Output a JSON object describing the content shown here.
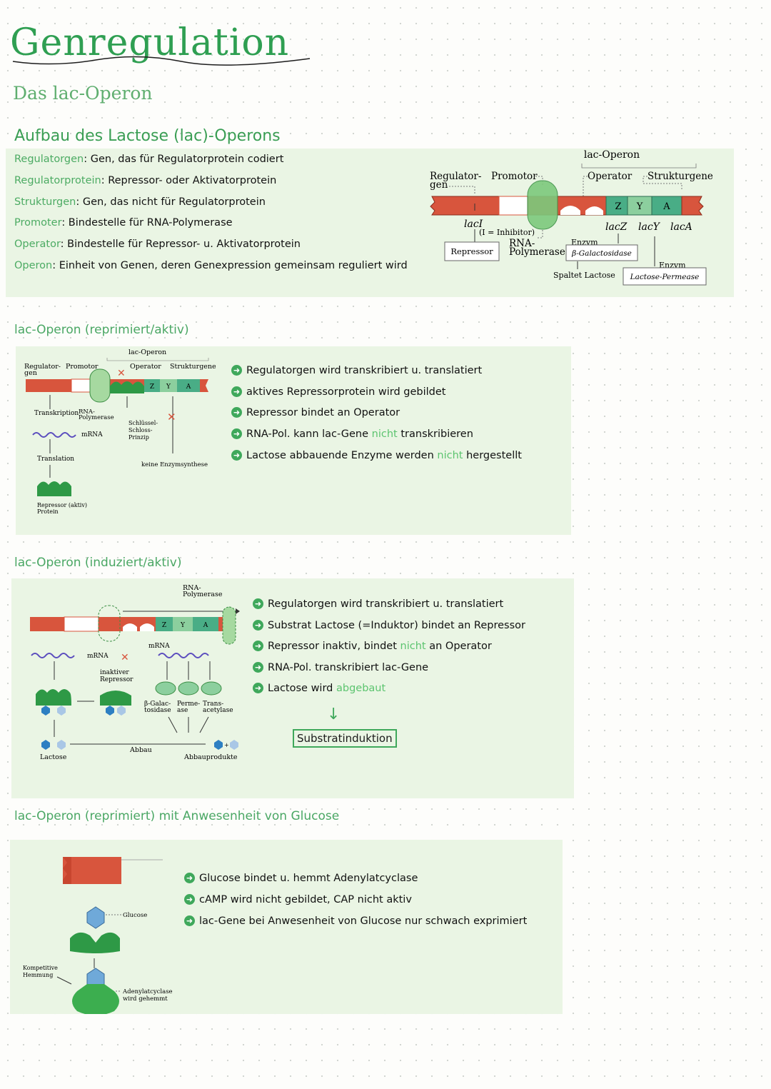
{
  "title": "Genregulation",
  "subtitle": "Das lac-Operon",
  "section1": {
    "heading": "Aufbau des Lactose (lac)-Operons",
    "definitions": [
      {
        "term": "Regulatorgen",
        "text": ": Gen, das für Regulatorprotein codiert"
      },
      {
        "term": "Regulatorprotein",
        "text": ": Repressor- oder Aktivatorprotein"
      },
      {
        "term": "Strukturgen",
        "text": ": Gen, das nicht für Regulatorprotein"
      },
      {
        "term": "Promoter",
        "text": ": Bindestelle für RNA-Polymerase"
      },
      {
        "term": "Operator",
        "text": ": Bindestelle für Repressor- u. Aktivatorprotein"
      },
      {
        "term": "Operon",
        "text": ": Einheit von Genen, deren Genexpression gemeinsam reguliert wird"
      }
    ],
    "diagram": {
      "lac_operon": "lac-Operon",
      "regulator": "Regulator-",
      "regulator2": "gen",
      "promotor": "Promotor",
      "operator": "Operator",
      "strukturgene": "Strukturgene",
      "z": "Z",
      "y": "Y",
      "a": "A",
      "laci": "lacI",
      "inhibitor": "(I = Inhibitor)",
      "repressor": "Repressor",
      "rna": "RNA-",
      "polymerase": "Polymerase",
      "lacz": "lacZ",
      "lacy": "lacY",
      "laca": "lacA",
      "enzym1": "Enzym",
      "galactosidase": "β-Galactosidase",
      "spaltet": "Spaltet Lactose",
      "enzym2": "Enzym",
      "permease": "Lactose-Permease"
    }
  },
  "section2": {
    "heading": "lac-Operon (reprimiert/aktiv)",
    "diagram": {
      "lac_operon": "lac-Operon",
      "regulator": "Regulator-",
      "regulator2": "gen",
      "promotor": "Promotor",
      "operator": "Operator",
      "strukturgene": "Strukturgene",
      "z": "Z",
      "y": "Y",
      "a": "A",
      "transkription": "Transkription",
      "rna": "RNA-",
      "polymerase": "Polymerase",
      "mrna": "mRNA",
      "schluessel1": "Schlüssel-",
      "schluessel2": "Schloss-",
      "schluessel3": "Prinzip",
      "translation": "Translation",
      "keine": "keine Enzymsynthese",
      "repressor": "Repressor (aktiv)",
      "protein": "Protein"
    },
    "bullets": [
      {
        "a": "Regulatorgen wird transkribiert u. translatiert",
        "g": "",
        "b": ""
      },
      {
        "a": "aktives Repressorprotein wird gebildet",
        "g": "",
        "b": ""
      },
      {
        "a": "Repressor bindet an Operator",
        "g": "",
        "b": ""
      },
      {
        "a": "RNA-Pol. kann lac-Gene ",
        "g": "nicht",
        "b": " transkribieren"
      },
      {
        "a": "Lactose abbauende Enzyme werden ",
        "g": "nicht",
        "b": " hergestellt"
      }
    ]
  },
  "section3": {
    "heading": "lac-Operon (induziert/aktiv)",
    "diagram": {
      "rna": "RNA-",
      "polymerase": "Polymerase",
      "z": "Z",
      "y": "Y",
      "a": "A",
      "mrna1": "mRNA",
      "mrna2": "mRNA",
      "inaktiver": "inaktiver",
      "repressor": "Repressor",
      "galac1": "β-Galac-",
      "galac2": "tosidase",
      "perme1": "Perme-",
      "perme2": "ase",
      "trans1": "Trans-",
      "trans2": "acetylase",
      "lactose": "Lactose",
      "abbau": "Abbau",
      "abbauprodukte": "Abbauprodukte"
    },
    "bullets": [
      {
        "a": "Regulatorgen wird transkribiert u. translatiert",
        "g": "",
        "b": ""
      },
      {
        "a": "Substrat Lactose (=Induktor) bindet an Repressor",
        "g": "",
        "b": ""
      },
      {
        "a": "Repressor inaktiv, bindet ",
        "g": "nicht",
        "b": " an Operator"
      },
      {
        "a": "RNA-Pol. transkribiert lac-Gene",
        "g": "",
        "b": ""
      },
      {
        "a": "Lactose wird ",
        "g": "abgebaut",
        "b": ""
      }
    ],
    "result": "Substratinduktion"
  },
  "section4": {
    "heading": "lac-Operon (reprimiert) mit Anwesenheit von Glucose",
    "diagram": {
      "glucose": "Glucose",
      "kompetitive1": "Kompetitive",
      "kompetitive2": "Hemmung",
      "adenylat1": "Adenylatcyclase",
      "adenylat2": "wird gehemmt"
    },
    "bullets": [
      {
        "a": "Glucose bindet u. hemmt Adenylatcyclase"
      },
      {
        "a": "cAMP wird nicht gebildet, CAP nicht aktiv"
      },
      {
        "a": "lac-Gene bei Anwesenheit von Glucose nur schwach exprimiert"
      }
    ]
  },
  "colors": {
    "green": "#3fa85b",
    "light_green": "#eaf5e4",
    "gene_red": "#d8553d",
    "protein_green": "#56b45c",
    "zya_teal": "#49ad86"
  }
}
